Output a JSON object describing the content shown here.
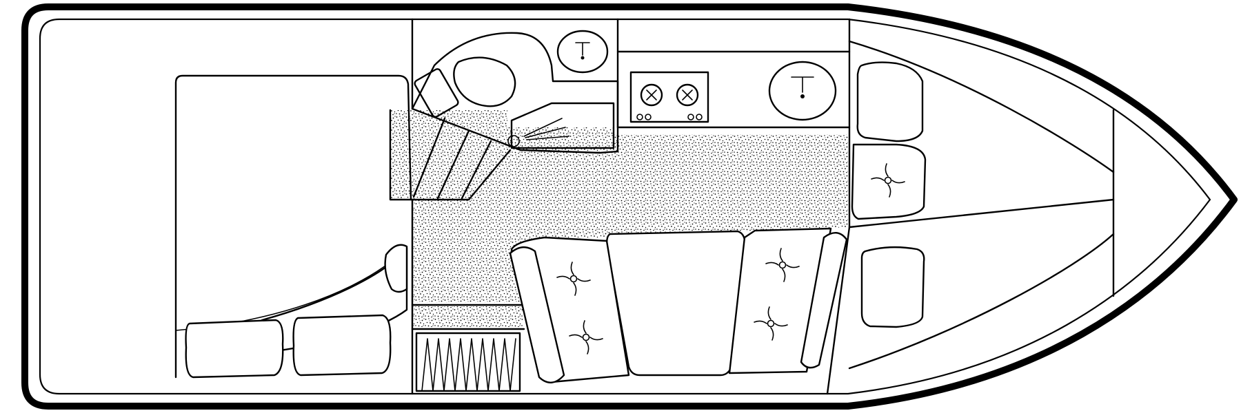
{
  "diagram": {
    "type": "boat-floor-plan",
    "colors": {
      "line": "#000000",
      "background": "#ffffff",
      "carpet": "#000000"
    },
    "spaces": [
      "aft-cabin",
      "head",
      "galley",
      "salon",
      "v-berth"
    ],
    "icons": [
      "toilet-icon",
      "sink-icon",
      "stove-icon",
      "dinette-table-icon",
      "cushion-icon",
      "closet-icon",
      "companionway-steps-icon"
    ]
  }
}
